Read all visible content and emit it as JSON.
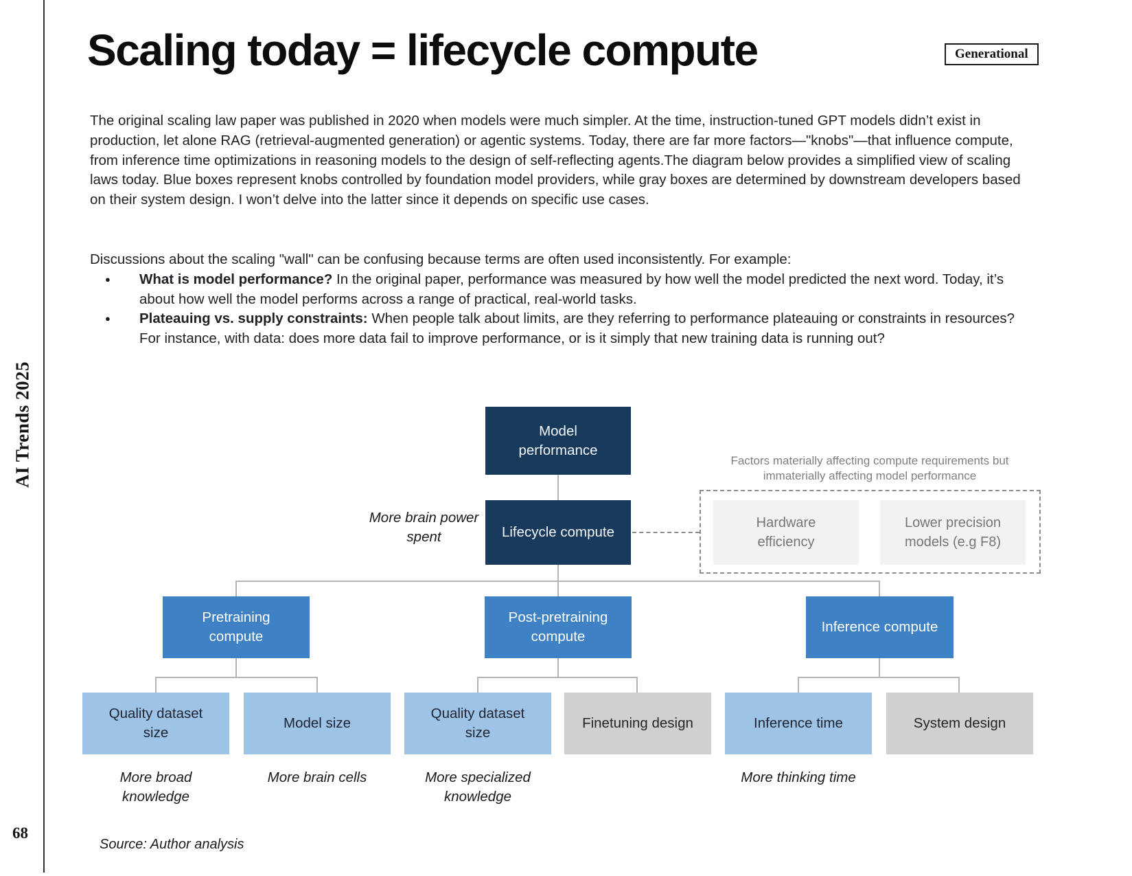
{
  "page": {
    "title": "Scaling today = lifecycle compute",
    "badge": "Generational",
    "vertical_label": "AI Trends 2025",
    "page_number": "68",
    "source_note": "Source: Author analysis"
  },
  "intro": {
    "paragraph1": "The original scaling law paper was published in 2020 when models were much simpler. At the time, instruction-tuned GPT models didn’t exist in production, let alone RAG (retrieval-augmented generation) or agentic systems. Today, there are far more factors—\"knobs\"—that influence compute, from inference time optimizations in reasoning models to the design of self-reflecting agents.The diagram below provides a simplified view of scaling laws today. Blue boxes represent knobs controlled by foundation model providers, while gray boxes are determined by downstream developers based on their system design. I won’t delve into the latter since it depends on specific use cases.",
    "paragraph2_lead": "Discussions about the scaling \"wall\" can be confusing because terms are often used inconsistently. For example:",
    "bullets": [
      {
        "bold": "What is model performance?",
        "text": " In the original paper, performance was measured by how well the model predicted the next word. Today, it’s about how well the model performs across a range of practical, real-world tasks."
      },
      {
        "bold": "Plateauing vs. supply constraints:",
        "text": " When people talk about limits, are they referring to performance plateauing or constraints in resources? For instance, with data: does more data fail to improve performance, or is it simply that new training data is running out?"
      }
    ]
  },
  "diagram": {
    "colors": {
      "navy": "#17395c",
      "blue": "#3e81c4",
      "light_blue": "#9dc3e6",
      "gray": "#d0d0d0",
      "faint_gray": "#f2f2f2",
      "connector": "#b5b5b5"
    },
    "model_performance": "Model\nperformance",
    "lifecycle_compute": "Lifecycle compute",
    "brain_power_label": "More brain power\nspent",
    "factors_caption": "Factors materially affecting compute requirements but\nimmaterially affecting model performance",
    "hardware_efficiency": "Hardware\nefficiency",
    "lower_precision": "Lower precision\nmodels (e.g F8)",
    "pretraining_compute": "Pretraining\ncompute",
    "post_pretraining_compute": "Post-pretraining\ncompute",
    "inference_compute": "Inference compute",
    "quality_dataset_1": "Quality dataset\nsize",
    "model_size": "Model size",
    "quality_dataset_2": "Quality dataset\nsize",
    "finetuning_design": "Finetuning design",
    "inference_time": "Inference time",
    "system_design": "System design",
    "caption_broad": "More broad\nknowledge",
    "caption_brain_cells": "More brain cells",
    "caption_specialized": "More specialized\nknowledge",
    "caption_thinking": "More thinking time"
  }
}
